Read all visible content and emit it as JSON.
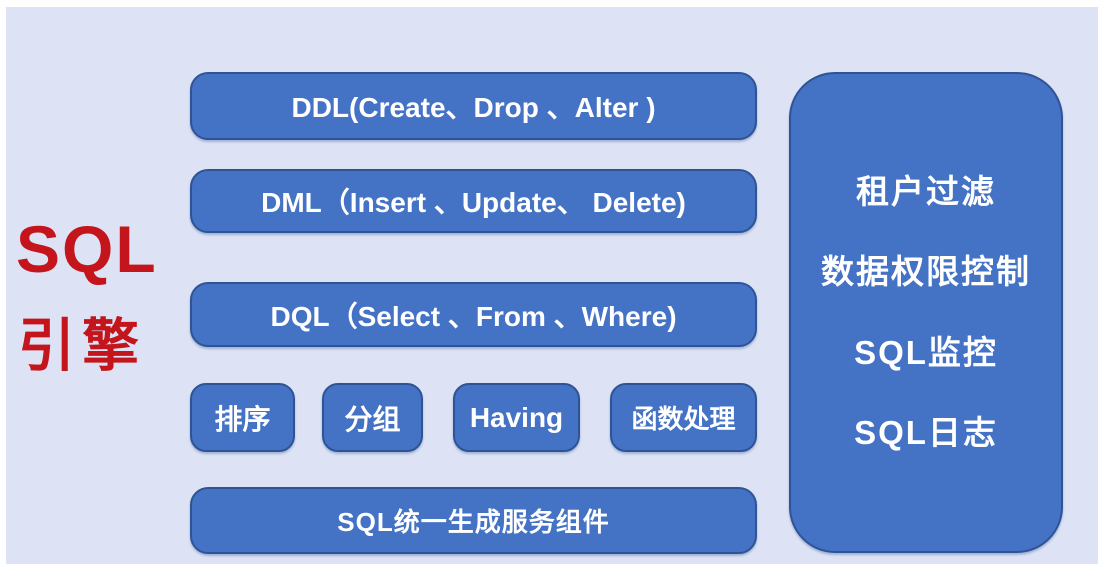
{
  "colors": {
    "page_background": "#ffffff",
    "canvas_background": "#dde3f5",
    "box_fill": "#4472c4",
    "box_border": "#2e5496",
    "box_text": "#ffffff",
    "title_red": "#c3151b"
  },
  "title": {
    "line1": "SQL",
    "line2": "引擎"
  },
  "main_boxes": [
    {
      "label": "DDL(Create、Drop 、Alter )"
    },
    {
      "label": "DML（Insert 、Update、 Delete)"
    },
    {
      "label": "DQL（Select 、From 、Where)"
    }
  ],
  "clause_boxes": [
    {
      "label": "排序"
    },
    {
      "label": "分组"
    },
    {
      "label": "Having"
    },
    {
      "label": "函数处理"
    }
  ],
  "bottom_box": {
    "label": "SQL统一生成服务组件"
  },
  "side_panel": {
    "items": [
      {
        "label": "租户过滤"
      },
      {
        "label": "数据权限控制"
      },
      {
        "label": "SQL监控"
      },
      {
        "label": "SQL日志"
      }
    ]
  }
}
